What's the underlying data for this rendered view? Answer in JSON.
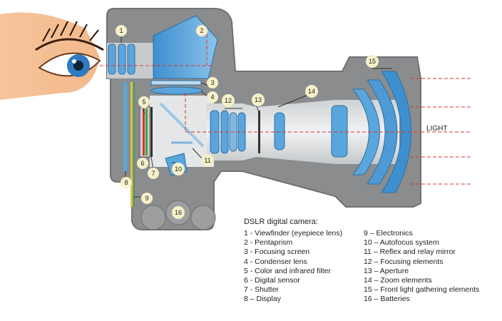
{
  "callouts": [
    "1",
    "2",
    "3",
    "4",
    "5",
    "6",
    "7",
    "8",
    "9",
    "10",
    "11",
    "12",
    "13",
    "14",
    "15",
    "16"
  ],
  "light_label": "LIGHT",
  "legend": {
    "title": "DSLR digital camera:",
    "left": [
      "1 - Viewfinder (eyepiece lens)",
      "2 - Pentaprism",
      "3 - Focusing screen",
      "4 - Condenser lens",
      "5 - Color and infrared filter",
      "6 - Digital sensor",
      "7 - Shutter",
      "8 – Display"
    ],
    "right": [
      "9 – Electronics",
      "10 – Autofocus system",
      "11 – Reflex and relay mirror",
      "12 – Focusing elements",
      "13 – Aperture",
      "14 – Zoom elements",
      "15 – Front light gathering elements",
      "16 – Batteries"
    ]
  },
  "colors": {
    "body": "#8a8c8e",
    "body_dark": "#707274",
    "lens_blue": "#5aa6dc",
    "lens_light": "#bcd9ef",
    "barrel": "#e4e6e8",
    "ray": "#d9342b"
  }
}
